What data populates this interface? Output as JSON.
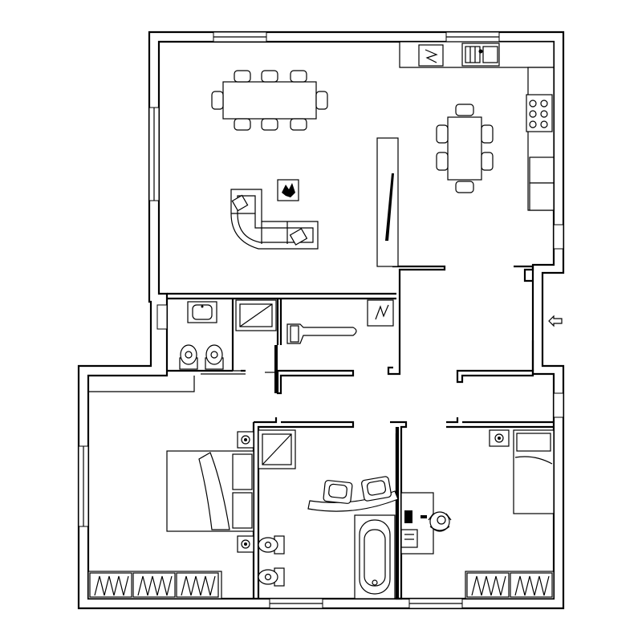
{
  "plan": {
    "labels": [],
    "entrance_arrow": "left-arrow"
  },
  "colors": {
    "line": "#000000",
    "background": "#ffffff"
  },
  "rooms": [
    "living-dining-room",
    "kitchen",
    "bathroom-small",
    "laundry",
    "hallway",
    "master-bedroom",
    "main-bathroom",
    "study",
    "bedroom-2"
  ]
}
